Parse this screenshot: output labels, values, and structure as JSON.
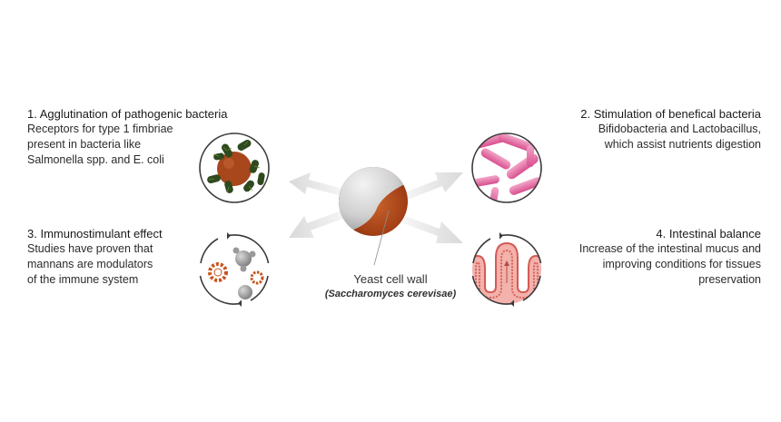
{
  "center": {
    "title": "Yeast cell wall",
    "subtitle": "(Saccharomyces cerevisae)"
  },
  "benefits": {
    "b1": {
      "title": "1. Agglutination of pathogenic bacteria",
      "lines": [
        "Receptors for type 1 fimbriae",
        "present in bacteria like",
        "Salmonella spp. and E. coli"
      ],
      "icon": "bacteria-agglutination-icon"
    },
    "b2": {
      "title": "2. Stimulation of benefical bacteria",
      "lines": [
        "Bifidobacteria and Lactobacillus,",
        "which assist nutrients digestion"
      ],
      "icon": "beneficial-bacteria-icon"
    },
    "b3": {
      "title": "3. Immunostimulant effect",
      "lines": [
        "Studies have proven that",
        "mannans are modulators",
        "of the immune system"
      ],
      "icon": "immune-cells-icon"
    },
    "b4": {
      "title": "4. Intestinal balance",
      "lines": [
        "Increase of the intestinal mucus and",
        "improving conditions for tissues",
        "preservation"
      ],
      "icon": "intestinal-villi-icon"
    }
  },
  "colors": {
    "arrow": "#e4e4e4",
    "yeast_brown": "#a8461c",
    "yeast_grey": "#c9c9c9",
    "bacteria_green": "#2f4a1e",
    "pink_bacteria": "#e0669c",
    "intestine_red": "#e4706a",
    "immune_orange": "#c8541f"
  }
}
